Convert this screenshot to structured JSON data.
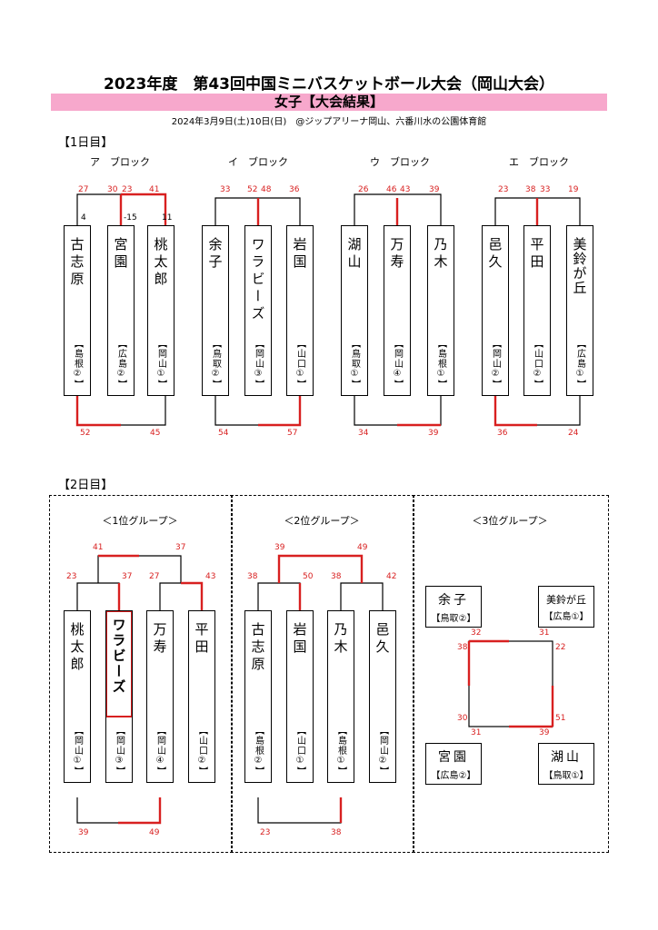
{
  "title": "2023年度　第43回中国ミニバスケットボール大会（岡山大会）",
  "subtitle": "女子【大会結果】",
  "dateline": "2024年3月9日(土)10日(日)　@ジップアリーナ岡山、六番川水の公園体育館",
  "day1": {
    "label": "【1日目】",
    "blocks": [
      {
        "name": "ア　ブロック",
        "teams": [
          {
            "name": "古志原",
            "pref": "【島根②】"
          },
          {
            "name": "宮園",
            "pref": "【広島②】"
          },
          {
            "name": "桃太郎",
            "pref": "【岡山①】"
          }
        ],
        "top_scores": [
          "27",
          "30",
          "23",
          "41"
        ],
        "diffs": [
          "4",
          "-15",
          "11"
        ],
        "bottom_scores": [
          "52",
          "45"
        ]
      },
      {
        "name": "イ　ブロック",
        "teams": [
          {
            "name": "余子",
            "pref": "【鳥取②】"
          },
          {
            "name": "ワラビーズ",
            "pref": "【岡山③】"
          },
          {
            "name": "岩国",
            "pref": "【山口①】"
          }
        ],
        "top_scores": [
          "33",
          "52",
          "48",
          "36"
        ],
        "bottom_scores": [
          "54",
          "57"
        ]
      },
      {
        "name": "ウ　ブロック",
        "teams": [
          {
            "name": "湖山",
            "pref": "【鳥取①】"
          },
          {
            "name": "万寿",
            "pref": "【岡山④】"
          },
          {
            "name": "乃木",
            "pref": "【島根①】"
          }
        ],
        "top_scores": [
          "26",
          "46",
          "43",
          "39"
        ],
        "bottom_scores": [
          "34",
          "39"
        ]
      },
      {
        "name": "エ　ブロック",
        "teams": [
          {
            "name": "邑久",
            "pref": "【岡山②】"
          },
          {
            "name": "平田",
            "pref": "【山口②】"
          },
          {
            "name": "美鈴が丘",
            "pref": "【広島①】"
          }
        ],
        "top_scores": [
          "23",
          "38",
          "33",
          "19"
        ],
        "bottom_scores": [
          "36",
          "24"
        ]
      }
    ]
  },
  "day2": {
    "label": "【2日目】",
    "group1": {
      "label": "＜1位グループ＞",
      "teams": [
        {
          "name": "桃太郎",
          "pref": "【岡山①】"
        },
        {
          "name": "ワラビーズ",
          "pref": "【岡山③】"
        },
        {
          "name": "万寿",
          "pref": "【岡山④】"
        },
        {
          "name": "平田",
          "pref": "【山口②】"
        }
      ],
      "scores": {
        "final_left": "41",
        "final_right": "37",
        "semi1_left": "23",
        "semi1_right": "37",
        "semi2_left": "27",
        "semi2_right": "43",
        "third_left": "39",
        "third_right": "49"
      }
    },
    "group2": {
      "label": "＜2位グループ＞",
      "teams": [
        {
          "name": "古志原",
          "pref": "【島根②】"
        },
        {
          "name": "岩国",
          "pref": "【山口①】"
        },
        {
          "name": "乃木",
          "pref": "【島根①】"
        },
        {
          "name": "邑久",
          "pref": "【岡山②】"
        }
      ],
      "scores": {
        "final_left": "39",
        "final_right": "49",
        "semi1_left": "38",
        "semi1_right": "50",
        "semi2_left": "38",
        "semi2_right": "42",
        "third_left": "23",
        "third_right": "38"
      }
    },
    "group3": {
      "label": "＜3位グループ＞",
      "teams": [
        {
          "name": "余子",
          "pref": "【鳥取②】"
        },
        {
          "name": "美鈴が丘",
          "pref": "【広島①】"
        },
        {
          "name": "宮園",
          "pref": "【広島②】"
        },
        {
          "name": "湖山",
          "pref": "【鳥取①】"
        }
      ],
      "scores": {
        "tl_top": "32",
        "tr_top": "31",
        "tl_left": "38",
        "tr_right": "22",
        "bl_left": "30",
        "br_right": "51",
        "bl_bottom": "31",
        "br_bottom": "39"
      }
    }
  },
  "colors": {
    "red": "#d82020",
    "pink": "#f7a8cc"
  }
}
